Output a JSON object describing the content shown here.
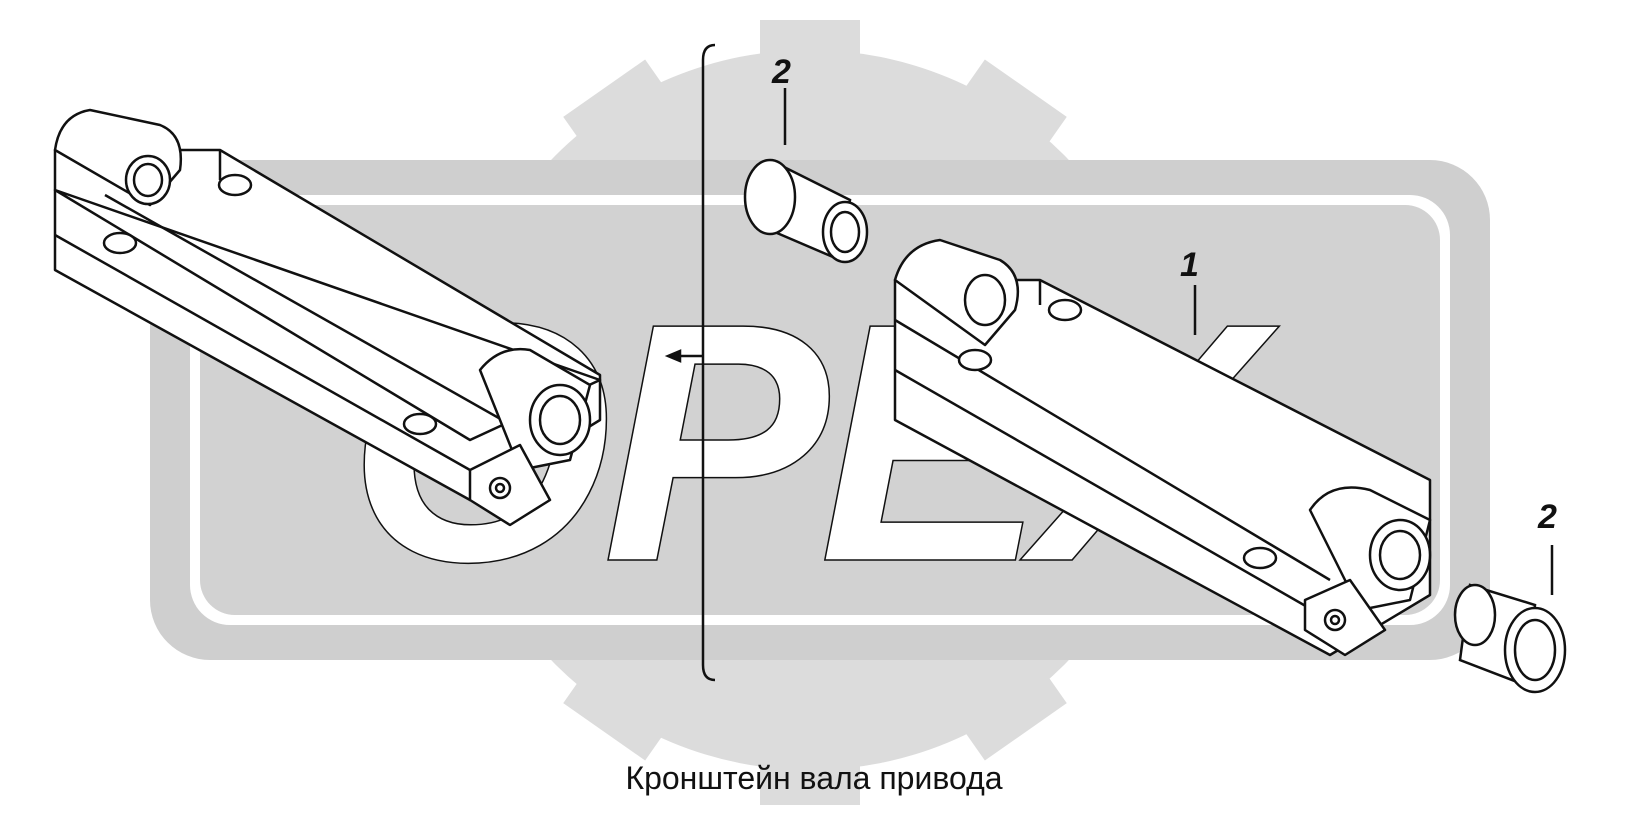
{
  "watermark": {
    "text": "OPEX",
    "color": "#d9d9d9",
    "frame_color": "#c8c8c8"
  },
  "callouts": [
    {
      "label": "2"
    },
    {
      "label": "1"
    },
    {
      "label": "2"
    }
  ],
  "caption": "Кронштейн вала привода",
  "colors": {
    "line": "#111111",
    "background": "#ffffff"
  }
}
